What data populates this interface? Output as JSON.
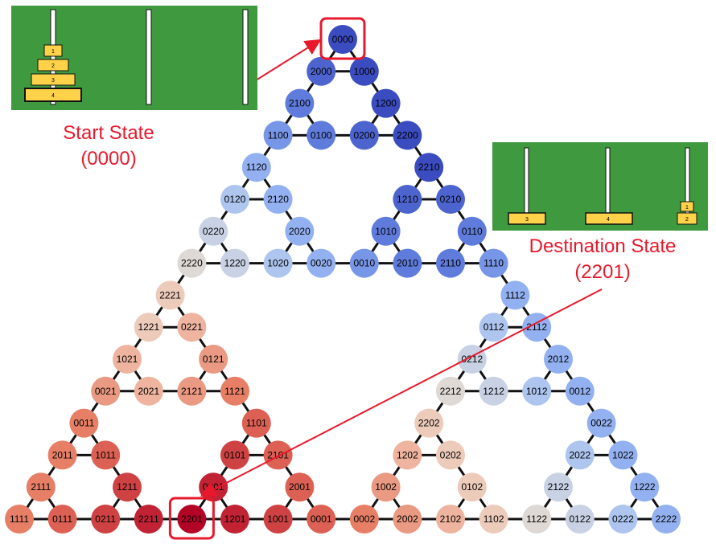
{
  "start_panel": {
    "disk_labels": [
      "1",
      "2",
      "3",
      "4"
    ],
    "caption": "Start State",
    "caption_state": "(0000)"
  },
  "destination_panel": {
    "disk_labels": [
      "3",
      "4",
      "1",
      "2"
    ],
    "caption": "Destination State",
    "caption_state": "(2201)"
  },
  "colors": {
    "panel_green": "#3f9a3f",
    "disk_yellow": "#ffd24a",
    "highlight_red": "#e8192c",
    "edge": "#111111"
  },
  "graph": {
    "nodes": [
      "0000",
      "1000",
      "2000",
      "1200",
      "2100",
      "2200",
      "0200",
      "0100",
      "1100",
      "2210",
      "1120",
      "0210",
      "1210",
      "2120",
      "0120",
      "0110",
      "1010",
      "2020",
      "0220",
      "1110",
      "2110",
      "2010",
      "0010",
      "0020",
      "1020",
      "1220",
      "2220",
      "1112",
      "2221",
      "2112",
      "0112",
      "0221",
      "1221",
      "2012",
      "0212",
      "0121",
      "1021",
      "0012",
      "1012",
      "1212",
      "2212",
      "1121",
      "2121",
      "2021",
      "0021",
      "0022",
      "2202",
      "1101",
      "0011",
      "1022",
      "2022",
      "0202",
      "1202",
      "2101",
      "0101",
      "1011",
      "2011",
      "1222",
      "2122",
      "0102",
      "1002",
      "2001",
      "0201",
      "1211",
      "2111",
      "2222",
      "0222",
      "0122",
      "1122",
      "1102",
      "2102",
      "2002",
      "0002",
      "0001",
      "1001",
      "1201",
      "2201",
      "2211",
      "0211",
      "0111",
      "1111"
    ],
    "edges": [
      [
        "0000",
        "1000"
      ],
      [
        "0000",
        "2000"
      ],
      [
        "1000",
        "2000"
      ],
      [
        "1000",
        "1200"
      ],
      [
        "2000",
        "2100"
      ],
      [
        "1200",
        "2200"
      ],
      [
        "1200",
        "0200"
      ],
      [
        "2200",
        "0200"
      ],
      [
        "2100",
        "0100"
      ],
      [
        "2100",
        "1100"
      ],
      [
        "0100",
        "1100"
      ],
      [
        "0200",
        "0100"
      ],
      [
        "2200",
        "2210"
      ],
      [
        "1100",
        "1120"
      ],
      [
        "2210",
        "0210"
      ],
      [
        "2210",
        "1210"
      ],
      [
        "0210",
        "1210"
      ],
      [
        "1120",
        "2120"
      ],
      [
        "1120",
        "0120"
      ],
      [
        "2120",
        "0120"
      ],
      [
        "0210",
        "0110"
      ],
      [
        "1210",
        "1010"
      ],
      [
        "2120",
        "2020"
      ],
      [
        "0120",
        "0220"
      ],
      [
        "0110",
        "1110"
      ],
      [
        "0110",
        "2110"
      ],
      [
        "1110",
        "2110"
      ],
      [
        "1010",
        "2010"
      ],
      [
        "1010",
        "0010"
      ],
      [
        "2010",
        "0010"
      ],
      [
        "2020",
        "0020"
      ],
      [
        "2020",
        "1020"
      ],
      [
        "0020",
        "1020"
      ],
      [
        "0220",
        "1220"
      ],
      [
        "0220",
        "2220"
      ],
      [
        "1220",
        "2220"
      ],
      [
        "2110",
        "2010"
      ],
      [
        "0010",
        "0020"
      ],
      [
        "1020",
        "1220"
      ],
      [
        "1110",
        "1112"
      ],
      [
        "2220",
        "2221"
      ],
      [
        "1112",
        "2112"
      ],
      [
        "1112",
        "0112"
      ],
      [
        "2112",
        "0112"
      ],
      [
        "2221",
        "0221"
      ],
      [
        "2221",
        "1221"
      ],
      [
        "0221",
        "1221"
      ],
      [
        "2112",
        "2012"
      ],
      [
        "0112",
        "0212"
      ],
      [
        "0221",
        "0121"
      ],
      [
        "1221",
        "1021"
      ],
      [
        "2012",
        "0012"
      ],
      [
        "2012",
        "1012"
      ],
      [
        "0012",
        "1012"
      ],
      [
        "0212",
        "1212"
      ],
      [
        "0212",
        "2212"
      ],
      [
        "1212",
        "2212"
      ],
      [
        "0121",
        "1121"
      ],
      [
        "0121",
        "2121"
      ],
      [
        "1121",
        "2121"
      ],
      [
        "1021",
        "2021"
      ],
      [
        "1021",
        "0021"
      ],
      [
        "2021",
        "0021"
      ],
      [
        "1012",
        "1212"
      ],
      [
        "2121",
        "2021"
      ],
      [
        "0012",
        "0022"
      ],
      [
        "2212",
        "2202"
      ],
      [
        "1121",
        "1101"
      ],
      [
        "0021",
        "0011"
      ],
      [
        "0022",
        "1022"
      ],
      [
        "0022",
        "2022"
      ],
      [
        "1022",
        "2022"
      ],
      [
        "2202",
        "0202"
      ],
      [
        "2202",
        "1202"
      ],
      [
        "0202",
        "1202"
      ],
      [
        "1101",
        "2101"
      ],
      [
        "1101",
        "0101"
      ],
      [
        "2101",
        "0101"
      ],
      [
        "0011",
        "1011"
      ],
      [
        "0011",
        "2011"
      ],
      [
        "1011",
        "2011"
      ],
      [
        "1022",
        "1222"
      ],
      [
        "2022",
        "2122"
      ],
      [
        "0202",
        "0102"
      ],
      [
        "1202",
        "1002"
      ],
      [
        "2101",
        "2001"
      ],
      [
        "0101",
        "0201"
      ],
      [
        "1011",
        "1211"
      ],
      [
        "2011",
        "2111"
      ],
      [
        "1222",
        "2222"
      ],
      [
        "1222",
        "0222"
      ],
      [
        "2222",
        "0222"
      ],
      [
        "2122",
        "0122"
      ],
      [
        "2122",
        "1122"
      ],
      [
        "0122",
        "1122"
      ],
      [
        "0102",
        "1102"
      ],
      [
        "0102",
        "2102"
      ],
      [
        "1102",
        "2102"
      ],
      [
        "1002",
        "2002"
      ],
      [
        "1002",
        "0002"
      ],
      [
        "2002",
        "0002"
      ],
      [
        "2001",
        "0001"
      ],
      [
        "2001",
        "1001"
      ],
      [
        "0001",
        "1001"
      ],
      [
        "0201",
        "1201"
      ],
      [
        "0201",
        "2201"
      ],
      [
        "1201",
        "2201"
      ],
      [
        "1211",
        "2211"
      ],
      [
        "1211",
        "0211"
      ],
      [
        "2211",
        "0211"
      ],
      [
        "2111",
        "0111"
      ],
      [
        "2111",
        "1111"
      ],
      [
        "0111",
        "1111"
      ],
      [
        "0222",
        "0122"
      ],
      [
        "1122",
        "1102"
      ],
      [
        "2102",
        "2002"
      ],
      [
        "0002",
        "0001"
      ],
      [
        "1001",
        "1201"
      ],
      [
        "2201",
        "2211"
      ],
      [
        "0211",
        "0111"
      ]
    ],
    "highlighted": [
      "0000",
      "2201"
    ]
  }
}
